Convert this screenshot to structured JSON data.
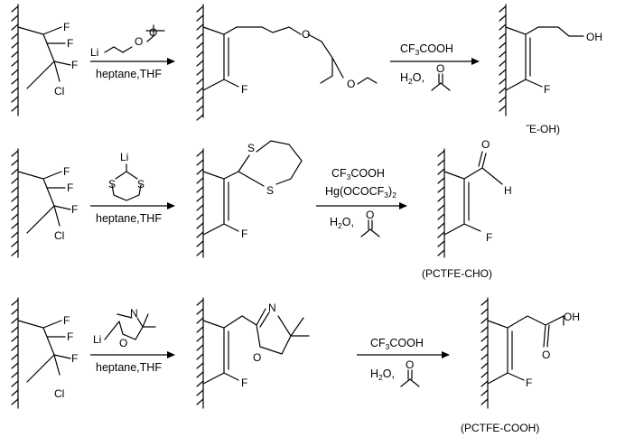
{
  "colors": {
    "fluorine": "#2eaa3a",
    "chlorine": "#2eaa3a",
    "oxygen": "#e8202a",
    "nitrogen": "#1a2ad6",
    "sulfur": "#a08a00",
    "lithium": "#b060d0",
    "hydrogen": "#808080",
    "bond": "#000000"
  },
  "atoms": {
    "F": "F",
    "Cl": "Cl",
    "Li": "Li",
    "O": "O",
    "OH": "OH",
    "S": "S",
    "N": "N",
    "H": "H"
  },
  "reactions": [
    {
      "reagent_label": "heptane,THF",
      "deprotection": {
        "acid": "CF3COOH",
        "acid_parts": [
          "CF",
          "3",
          "COOH"
        ],
        "water": "H2O,",
        "water_parts": [
          "H",
          "2",
          "O,"
        ]
      },
      "product_label": "˝E-OH)"
    },
    {
      "reagent_label": "heptane,THF",
      "deprotection": {
        "acid": "CF3COOH",
        "acid_parts": [
          "CF",
          "3",
          "COOH"
        ],
        "mercury": "Hg(OCOCF3)2",
        "mercury_parts": [
          "Hg(OCOCF",
          "3",
          ")",
          "2"
        ],
        "water": "H2O,",
        "water_parts": [
          "H",
          "2",
          "O,"
        ]
      },
      "product_label": "(PCTFE-CHO)"
    },
    {
      "reagent_label": "heptane,THF",
      "deprotection": {
        "acid": "CF3COOH",
        "acid_parts": [
          "CF",
          "3",
          "COOH"
        ],
        "water": "H2O,",
        "water_parts": [
          "H",
          "2",
          "O,"
        ]
      },
      "product_label": "(PCTFE-COOH)"
    }
  ]
}
